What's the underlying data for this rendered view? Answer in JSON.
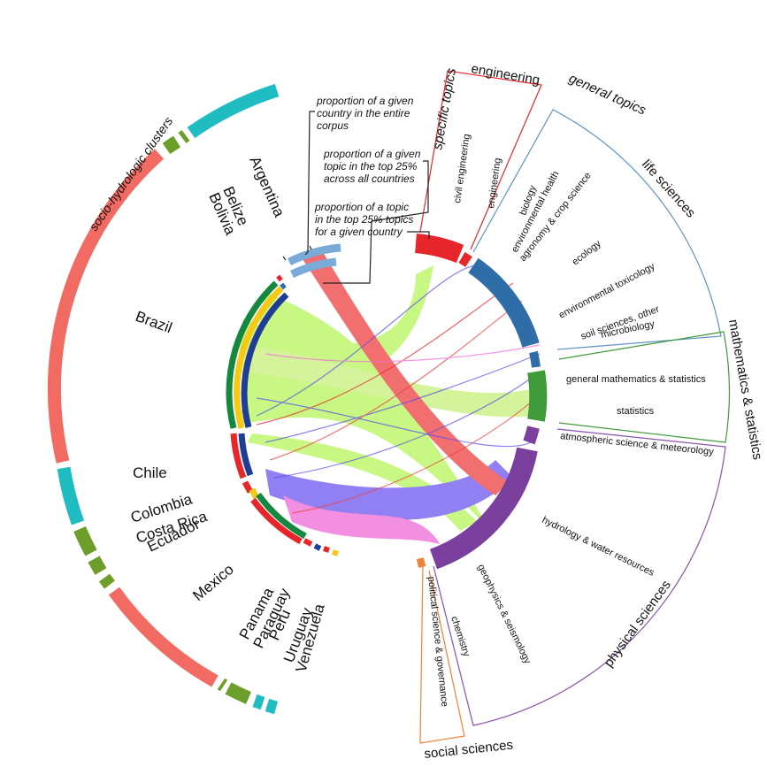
{
  "annotations": {
    "country_corpus": [
      "proportion of a given",
      "country in the entire",
      "corpus"
    ],
    "topic_top25": [
      "proportion of a given",
      "topic in the top 25%",
      "across all countries"
    ],
    "topic_country": [
      "proportion of a topic",
      "in the top 25% topics",
      "for a given country"
    ]
  },
  "cluster_label": "socio-hydrologic clusters",
  "countries": [
    "Argentina",
    "Belize",
    "Bolivia",
    "Brazil",
    "Chile",
    "Colombia",
    "Costa Rica",
    "Ecuador",
    "Mexico",
    "Panama",
    "Paraguay",
    "Peru",
    "Uruguay",
    "Venezuela"
  ],
  "group_labels": {
    "specific_topics": "specific topics",
    "general_topics": "general topics",
    "engineering": "engineering",
    "life_sciences": "life sciences",
    "math_stats": "mathematics & statistics",
    "physical_sciences": "physical sciences",
    "social_sciences": "social sciences"
  },
  "topics": {
    "civil_engineering": "civil engineering",
    "engineering": "engineering",
    "biology": "biology",
    "environmental_health": "environmental health",
    "agronomy": "agronomy & crop science",
    "ecology": "ecology",
    "env_toxicology": "environmental toxicology",
    "soil_sciences_1": "soil sciences, other",
    "soil_sciences_2": "microbiology",
    "general_math": "general mathematics & statistics",
    "statistics": "statistics",
    "atmospheric": "atmospheric science & meteorology",
    "hydrology": "hydrology & water resources",
    "geophysics": "geophysics & seismology",
    "chemistry": "chemistry",
    "political_science": "political science & governance"
  },
  "colors": {
    "cluster_salmon": "#f26b63",
    "cluster_teal": "#1fbcc2",
    "cluster_green": "#6d9e2a",
    "brazil_chord": "#b6f55a",
    "engineering_red": "#e6262b",
    "life_blue": "#2f6da8",
    "math_green": "#3f9a3a",
    "physical_purple": "#7b3f9e",
    "social_orange": "#f0813a"
  }
}
